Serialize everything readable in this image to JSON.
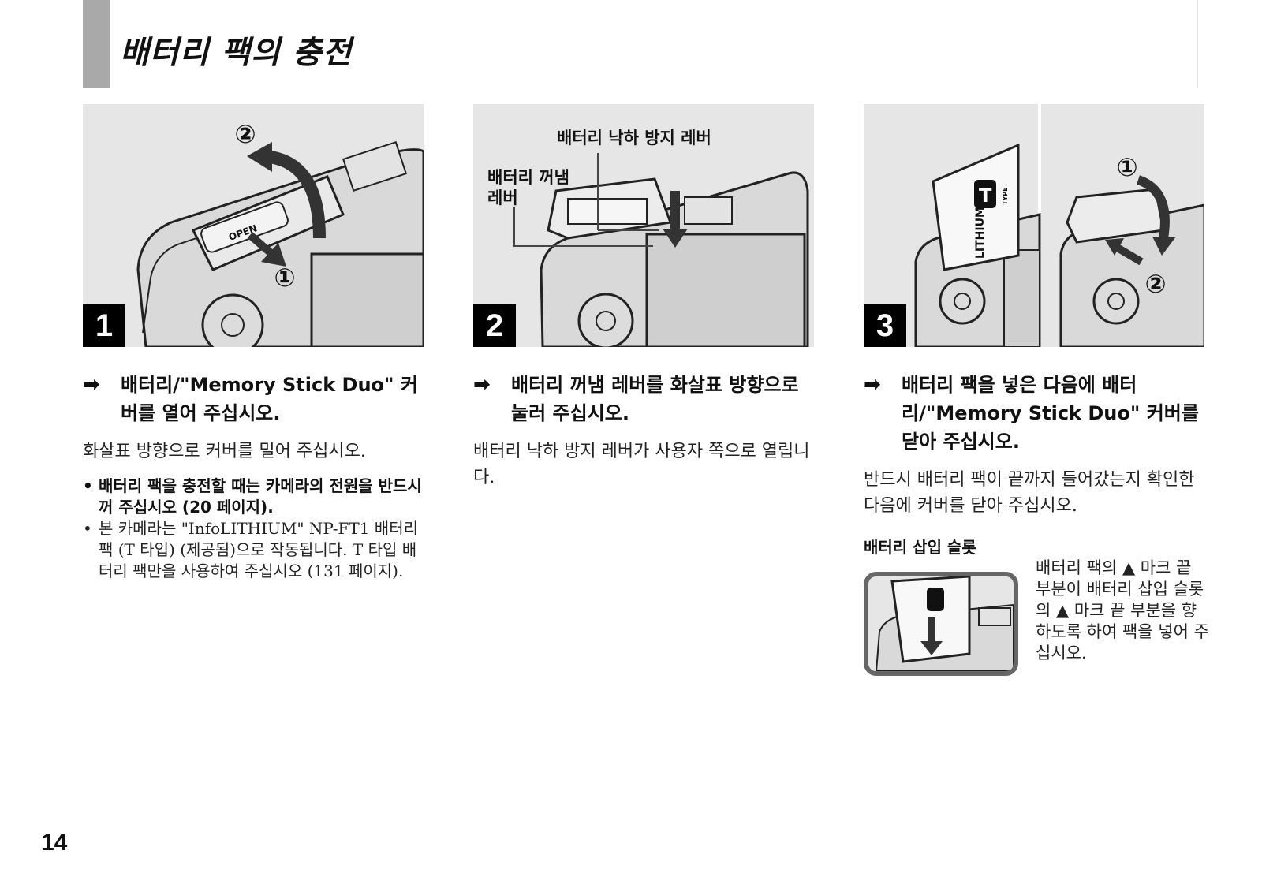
{
  "page": {
    "title": "배터리 팩의 충전",
    "page_number": "14"
  },
  "steps": [
    {
      "number": "1",
      "marker_1": "①",
      "marker_2": "②",
      "open_label": "OPEN",
      "heading": "배터리/\"Memory Stick Duo\" 커버를 열어 주십시오.",
      "body": "화살표 방향으로 커버를 밀어 주십시오.",
      "notes": [
        "배터리 팩을 충전할 때는 카메라의 전원을 반드시 꺼 주십시오 (20 페이지).",
        "본 카메라는 \"InfoLITHIUM\" NP-FT1 배터리 팩 (T 타입) (제공됨)으로 작동됩니다. T 타입 배터리 팩만을 사용하여 주십시오 (131 페이지)."
      ]
    },
    {
      "number": "2",
      "callout_drop_lever": "배터리 낙하 방지 레버",
      "callout_eject_lever": "배터리 꺼냄\n레버",
      "heading": "배터리 꺼냄 레버를 화살표 방향으로 눌러 주십시오.",
      "body": "배터리 낙하 방지 레버가 사용자 쪽으로 열립니다."
    },
    {
      "number": "3",
      "marker_1": "①",
      "marker_2": "②",
      "battery_label": "LITHIUM",
      "battery_type_letter": "T",
      "battery_type_word": "TYPE",
      "heading": "배터리 팩을 넣은 다음에 배터리/\"Memory Stick Duo\" 커버를 닫아 주십시오.",
      "body": "반드시 배터리 팩이 끝까지 들어갔는지 확인한 다음에 커버를 닫아 주십시오.",
      "subheading": "배터리 삽입 슬롯",
      "inset_text": "배터리 팩의 ▲ 마크 끝 부분이 배터리 삽입 슬롯의 ▲ 마크 끝 부분을 향하도록 하여 팩을 넣어 주십시오."
    }
  ],
  "icons": {
    "step_arrow": "➡",
    "bullet": "•"
  }
}
